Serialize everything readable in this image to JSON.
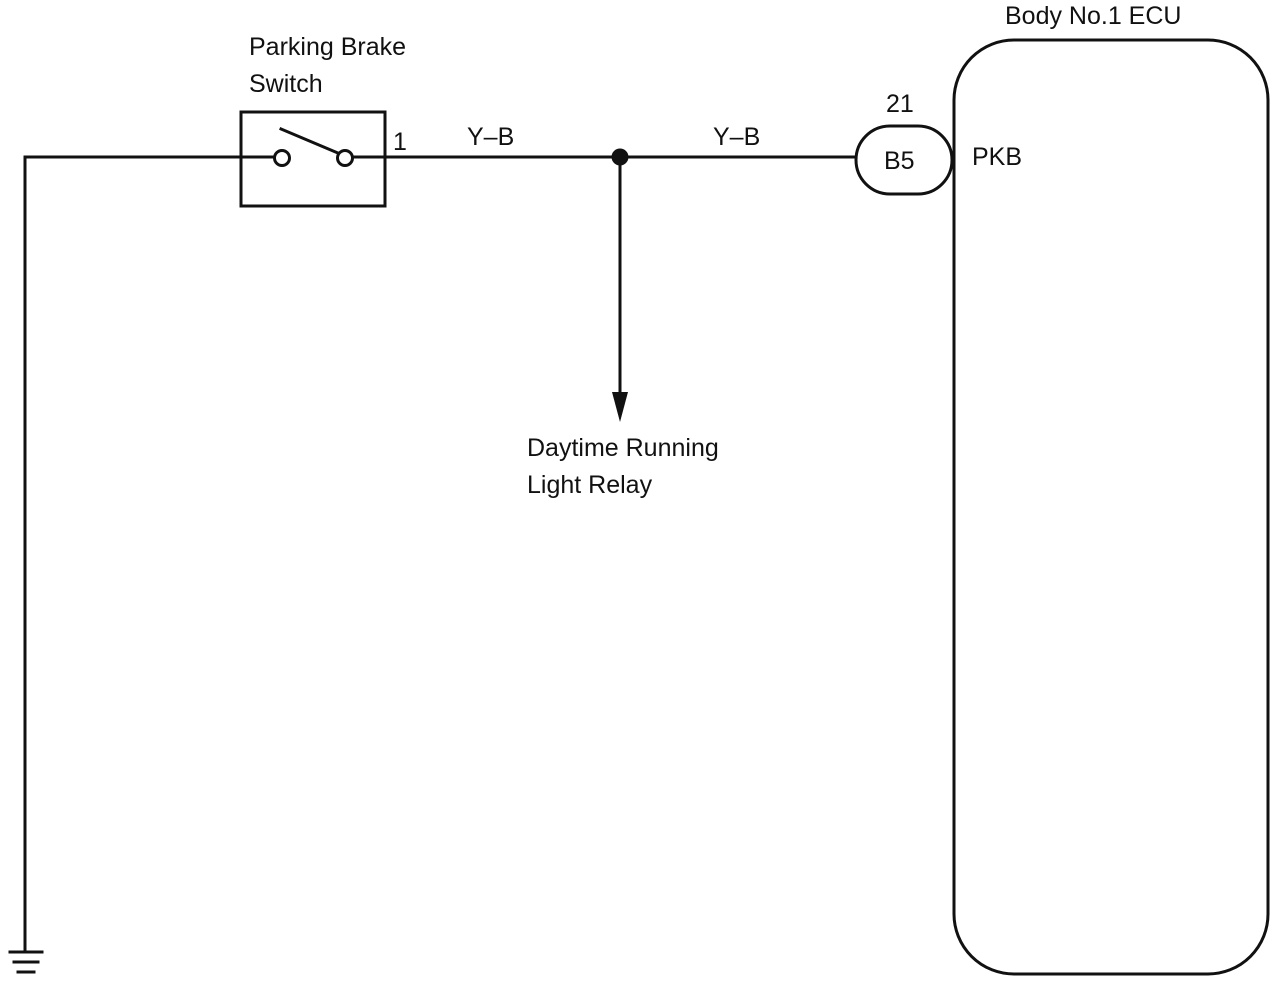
{
  "components": {
    "parking_brake_switch": {
      "label_line1": "Parking Brake",
      "label_line2": "Switch",
      "pin": "1"
    },
    "ecu": {
      "label": "Body No.1 ECU",
      "terminal": "PKB"
    },
    "connector": {
      "id": "B5",
      "pin": "21"
    },
    "relay": {
      "label_line1": "Daytime Running",
      "label_line2": "Light Relay"
    }
  },
  "wires": {
    "switch_to_junction": "Y–B",
    "junction_to_ecu": "Y–B"
  },
  "colors": {
    "line": "#111111",
    "background": "#ffffff"
  }
}
